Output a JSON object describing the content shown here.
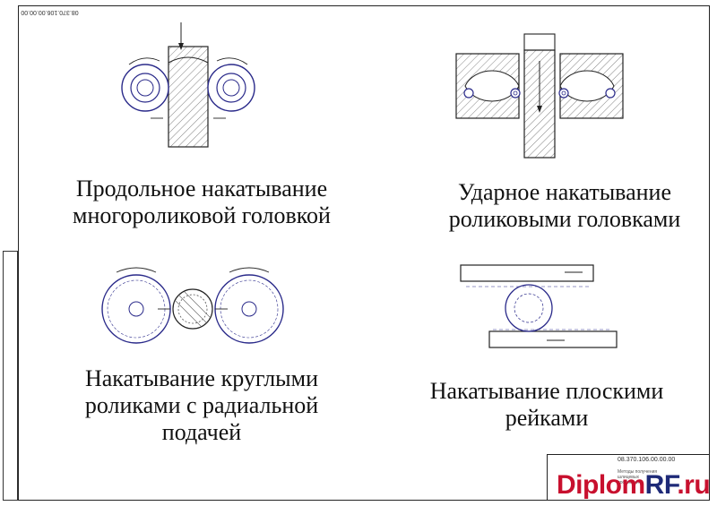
{
  "drawing": {
    "code_top": "08.370.106.00.00.00",
    "code_block": "08.370.106.00.00.00",
    "block_name": "Методы получения шлицевых профилей"
  },
  "captions": {
    "longitudinal": [
      "Продольное накатывание",
      "многороликовой головкой"
    ],
    "impact": [
      "Ударное накатывание",
      "роликовыми головками"
    ],
    "round": [
      "Накатывание круглыми",
      "роликами с радиальной",
      "подачей"
    ],
    "flat": [
      "Накатывание плоскими",
      "рейками"
    ]
  },
  "watermark": {
    "part1": "Diplom",
    "part2": "RF",
    "part3": ".ru"
  },
  "colors": {
    "line": "#2a2a8a",
    "hatch": "#555555",
    "watermark_red": "#c8102e",
    "watermark_blue": "#1e2a78"
  }
}
